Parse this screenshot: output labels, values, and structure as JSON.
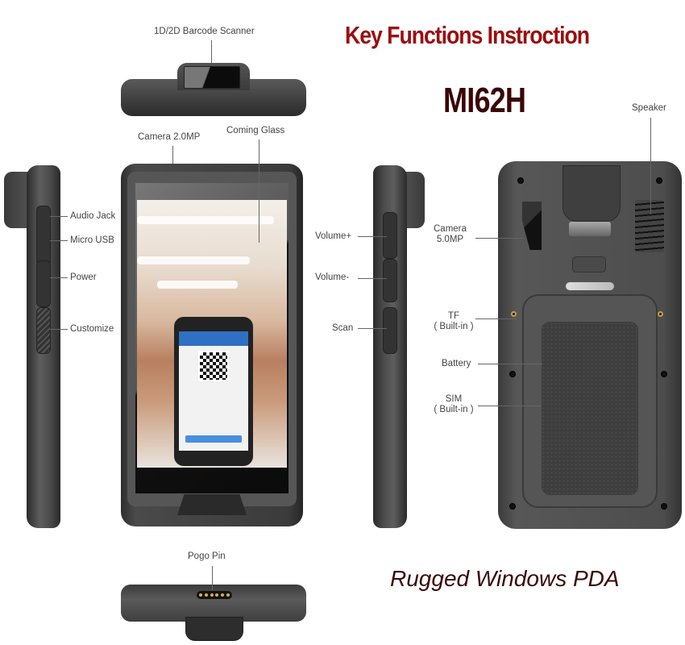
{
  "header": {
    "title": "Key Functions Instroction",
    "model": "MI62H",
    "tagline": "Rugged Windows PDA",
    "colors": {
      "title": "#9a0f0f",
      "model": "#3a0606",
      "tagline": "#3a0808"
    }
  },
  "views": {
    "top": {
      "labels": {
        "scanner": "1D/2D Barcode Scanner"
      }
    },
    "front": {
      "labels": {
        "camera": "Camera 2.0MP",
        "glass": "Coming Glass"
      }
    },
    "left_side": {
      "labels": {
        "audio_jack": "Audio Jack",
        "micro_usb": "Micro USB",
        "power": "Power",
        "customize": "Customize"
      }
    },
    "right_side": {
      "labels": {
        "volume_up": "Volume+",
        "volume_down": "Volume-",
        "scan": "Scan"
      }
    },
    "back": {
      "labels": {
        "speaker": "Speaker",
        "camera_line1": "Camera",
        "camera_line2": "5.0MP",
        "tf_line1": "TF",
        "tf_line2": "( Built-in )",
        "battery": "Battery",
        "sim_line1": "SIM",
        "sim_line2": "( Built-in )"
      }
    },
    "bottom": {
      "labels": {
        "pogo": "Pogo Pin"
      }
    }
  }
}
